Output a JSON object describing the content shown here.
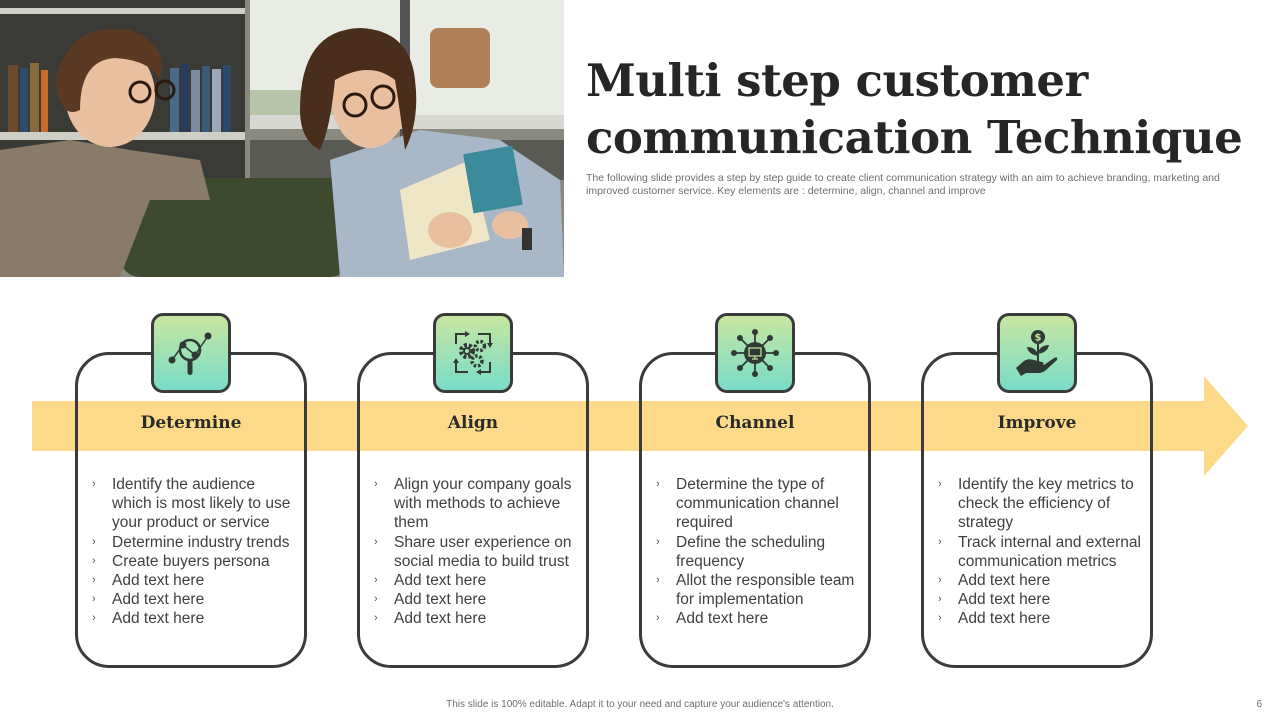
{
  "slide": {
    "title_line1": "Multi step customer",
    "title_line2": "communication Technique",
    "subtitle": "The following slide provides a step by step guide to create client communication strategy with an aim to achieve branding, marketing and improved customer service. Key elements are : determine, align, channel and improve",
    "photo_description": "Two people with glasses talking on a green leather sofa, one holding a book",
    "footer": "This slide is 100% editable. Adapt it to your need and capture your audience's attention.",
    "page_number": "6"
  },
  "colors": {
    "arrow": "#fdd98a",
    "card_border": "#3b3b3b",
    "icon_gradient_top": "#c8e6a0",
    "icon_gradient_bottom": "#78dcc8",
    "title": "#262626"
  },
  "steps": [
    {
      "heading": "Determine",
      "icon": "analytics-magnifier-icon",
      "bullets": [
        "Identify the audience which is most likely to use your product or service",
        "Determine industry trends",
        "Create buyers persona",
        "Add text here",
        "Add text here",
        "Add text here"
      ]
    },
    {
      "heading": "Align",
      "icon": "gears-cycle-icon",
      "bullets": [
        "Align your company goals with methods to achieve them",
        "Share user experience on social media to build trust",
        "Add text here",
        "Add text here",
        "Add text here"
      ]
    },
    {
      "heading": "Channel",
      "icon": "monitor-network-icon",
      "bullets": [
        "Determine the type of communication channel required",
        "Define the scheduling frequency",
        "Allot the responsible team for implementation",
        "Add text here"
      ]
    },
    {
      "heading": "Improve",
      "icon": "money-plant-hand-icon",
      "bullets": [
        "Identify the key metrics to check the efficiency of strategy",
        "Track internal and external communication metrics",
        "Add text here",
        "Add text here",
        "Add text here"
      ]
    }
  ],
  "bullet_glyph": "›"
}
